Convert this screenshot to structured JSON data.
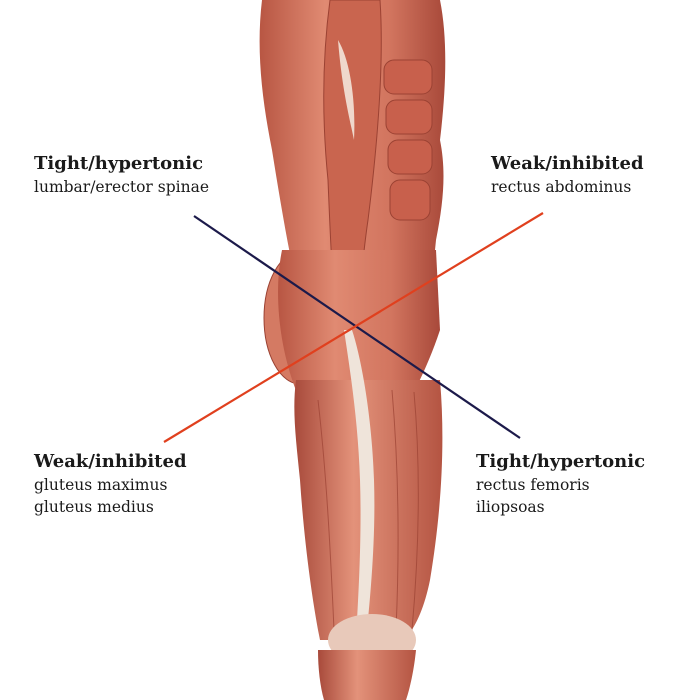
{
  "colors": {
    "tight_line": "#1c1a4a",
    "weak_line": "#e0401e",
    "muscle_base": "#d2755f",
    "muscle_dark": "#a8493a",
    "muscle_light": "#ee9e86",
    "tendon": "#efe4da"
  },
  "labels": {
    "top_left": {
      "heading": "Tight/hypertonic",
      "muscles": [
        "lumbar/erector spinae"
      ]
    },
    "top_right": {
      "heading": "Weak/inhibited",
      "muscles": [
        "rectus abdominus"
      ]
    },
    "bottom_left": {
      "heading": "Weak/inhibited",
      "muscles": [
        "gluteus maximus",
        "gluteus medius"
      ]
    },
    "bottom_right": {
      "heading": "Tight/hypertonic",
      "muscles": [
        "rectus femoris",
        "iliopsoas"
      ]
    }
  }
}
